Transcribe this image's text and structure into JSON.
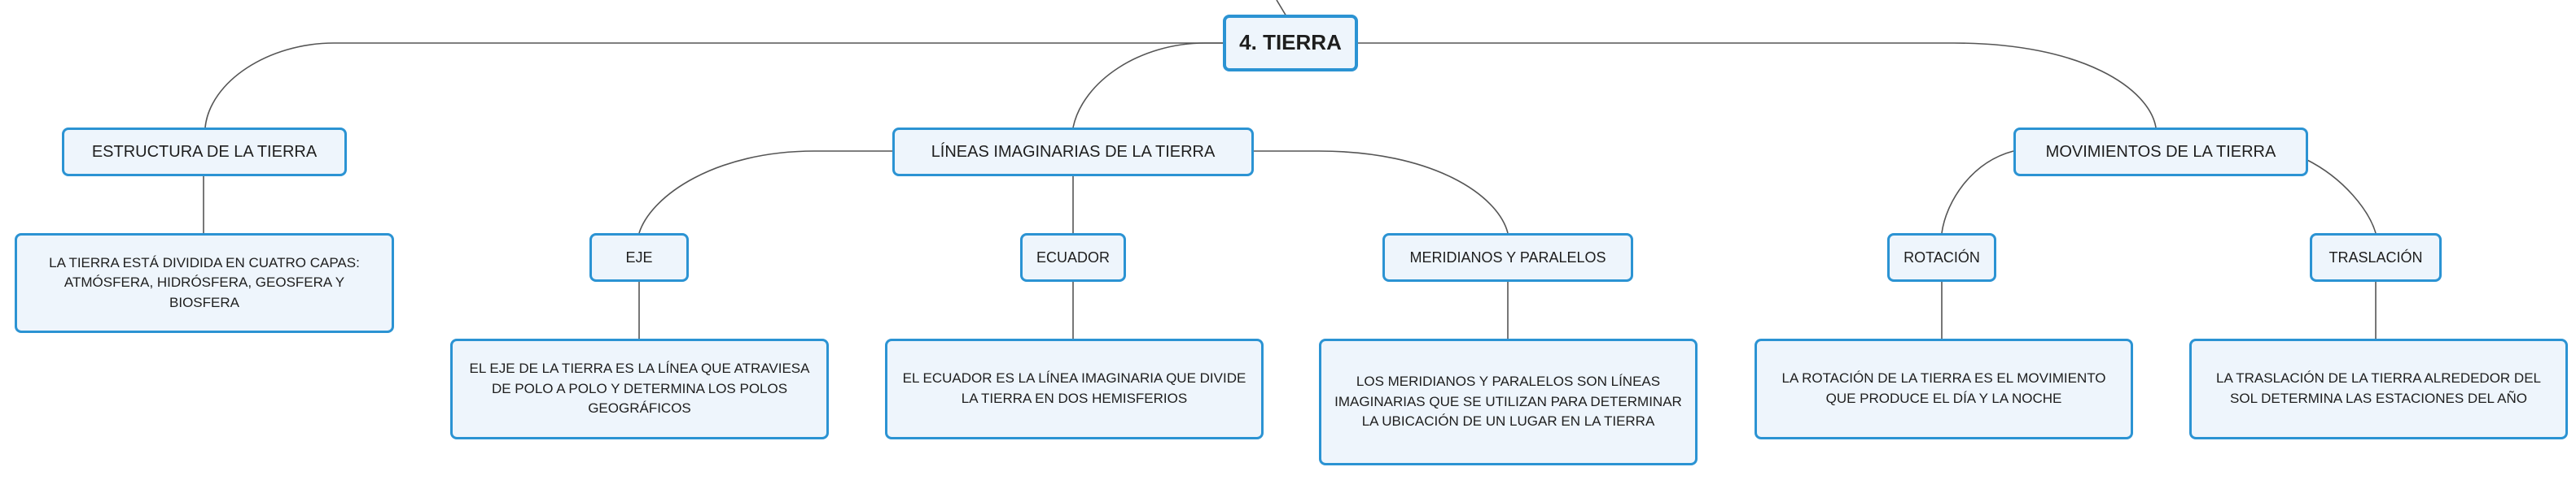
{
  "root": "4. TIERRA",
  "topics": {
    "estructura": "ESTRUCTURA DE LA TIERRA",
    "lineas": "LÍNEAS IMAGINARIAS DE LA TIERRA",
    "movimientos": "MOVIMIENTOS DE LA TIERRA"
  },
  "subtopics": {
    "eje": "EJE",
    "ecuador": "ECUADOR",
    "meridianos": "MERIDIANOS Y PARALELOS",
    "rotacion": "ROTACIÓN",
    "traslacion": "TRASLACIÓN"
  },
  "details": {
    "estructura": "LA TIERRA ESTÁ DIVIDIDA EN CUATRO CAPAS: ATMÓSFERA, HIDRÓSFERA, GEOSFERA Y BIOSFERA",
    "eje": "EL EJE DE LA TIERRA ES LA LÍNEA QUE ATRAVIESA DE POLO A POLO Y DETERMINA LOS POLOS GEOGRÁFICOS",
    "ecuador": "EL ECUADOR ES LA LÍNEA IMAGINARIA QUE DIVIDE LA TIERRA EN DOS HEMISFERIOS",
    "meridianos": "LOS MERIDIANOS Y PARALELOS SON LÍNEAS IMAGINARIAS QUE SE UTILIZAN PARA DETERMINAR LA UBICACIÓN DE UN LUGAR EN LA TIERRA",
    "rotacion": "LA ROTACIÓN DE LA TIERRA ES EL MOVIMIENTO QUE PRODUCE EL DÍA Y LA NOCHE",
    "traslacion": "LA TRASLACIÓN DE LA TIERRA ALREDEDOR DEL SOL DETERMINA LAS ESTACIONES DEL AÑO"
  },
  "colors": {
    "node_border": "#2b93d3",
    "node_fill": "#eef5fc",
    "connector": "#555555",
    "text": "#1e1e1e"
  }
}
